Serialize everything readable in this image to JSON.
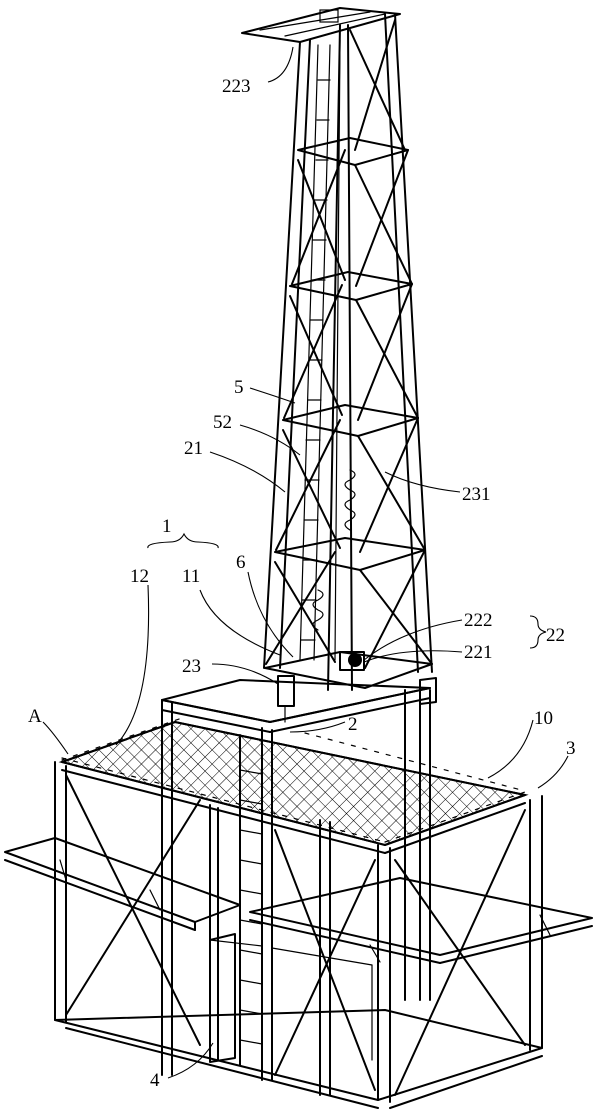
{
  "labels": {
    "l223": "223",
    "l5": "5",
    "l52": "52",
    "l21": "21",
    "l231": "231",
    "l1": "1",
    "l12": "12",
    "l11": "11",
    "l6": "6",
    "l222": "222",
    "l221": "221",
    "l22": "22",
    "l23": "23",
    "lA": "A",
    "l2": "2",
    "l10": "10",
    "l3": "3",
    "l4": "4"
  }
}
